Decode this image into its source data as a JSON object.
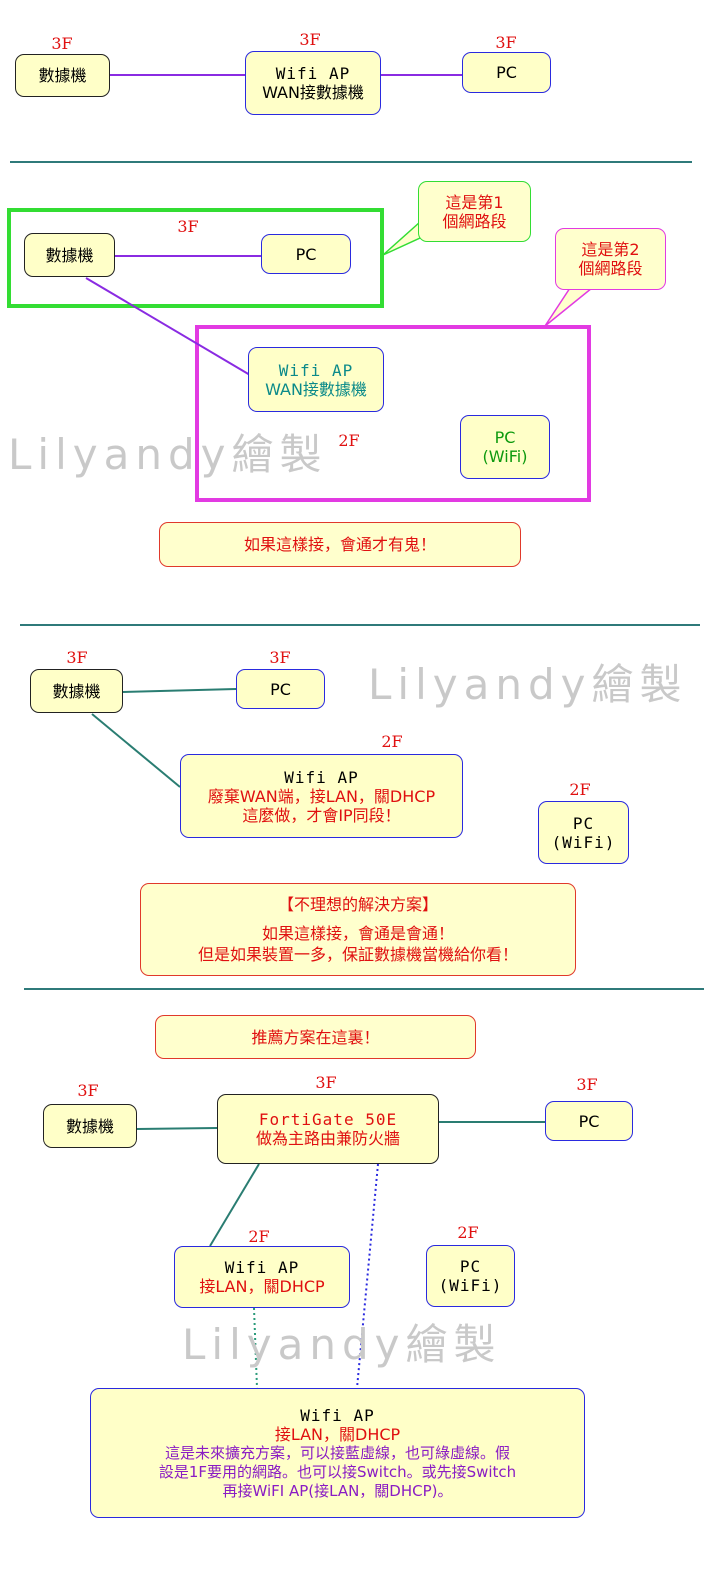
{
  "watermark": "Lilyandy繪製",
  "floors": {
    "f3": "3F",
    "f2": "2F"
  },
  "s1": {
    "datacard": "數據機",
    "ap_line1": "Wifi AP",
    "ap_line2": "WAN接數據機",
    "pc": "PC"
  },
  "s2": {
    "datacard": "數據機",
    "pc": "PC",
    "ap_line1": "Wifi AP",
    "ap_line2": "WAN接數據機",
    "pcwifi_line1": "PC",
    "pcwifi_line2": "(WiFi)",
    "bubble1_line1": "這是第1",
    "bubble1_line2": "個網路段",
    "bubble2_line1": "這是第2",
    "bubble2_line2": "個網路段",
    "note": "如果這樣接，會通才有鬼！"
  },
  "s3": {
    "datacard": "數據機",
    "pc": "PC",
    "ap_line1": "Wifi AP",
    "ap_line2": "廢棄WAN端，接LAN，關DHCP",
    "ap_line3": "這麼做，才會IP同段！",
    "pcwifi_line1": "PC",
    "pcwifi_line2": "(WiFi)",
    "note_title": "【不理想的解決方案】",
    "note_line1": "如果這樣接，會通是會通！",
    "note_line2": "但是如果裝置一多，保証數據機當機給你看！"
  },
  "s4": {
    "banner": "推薦方案在這裏！",
    "datacard": "數據機",
    "fg_line1": "FortiGate 50E",
    "fg_line2": "做為主路由兼防火牆",
    "pc": "PC",
    "ap_line1": "Wifi AP",
    "ap_line2": "接LAN，關DHCP",
    "pcwifi_line1": "PC",
    "pcwifi_line2": "(WiFi)",
    "ap2_line1": "Wifi AP",
    "ap2_line2": "接LAN，關DHCP",
    "ap2_line3": "這是未來擴充方案，可以接藍虛線，也可綠虛線。假",
    "ap2_line4": "設是1F要用的網路。也可以接Switch。或先接Switch",
    "ap2_line5": "再接WiFI AP(接LAN，關DHCP)。"
  },
  "colors": {
    "purple_link": "#8a2be2",
    "teal_link": "#2a7d72",
    "separator": "#2f7a7a",
    "green_frame": "#33dd33",
    "magenta_frame": "#e23ae2",
    "floor_text": "#e01010"
  }
}
